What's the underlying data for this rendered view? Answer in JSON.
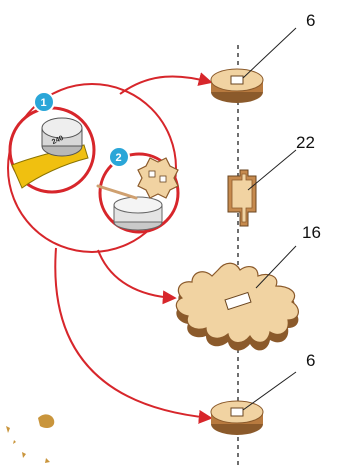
{
  "part_labels": {
    "top_washer": "6",
    "cross_peg": "22",
    "gear": "16",
    "bottom_washer": "6"
  },
  "steps": {
    "sanding": "1",
    "gluing": "2"
  },
  "sandpaper_grit": "240",
  "colors": {
    "accent_red": "#d7262b",
    "step_blue": "#2aa6d8",
    "wood": "#f1d3a2",
    "wood_edge": "#8b5a2b"
  }
}
